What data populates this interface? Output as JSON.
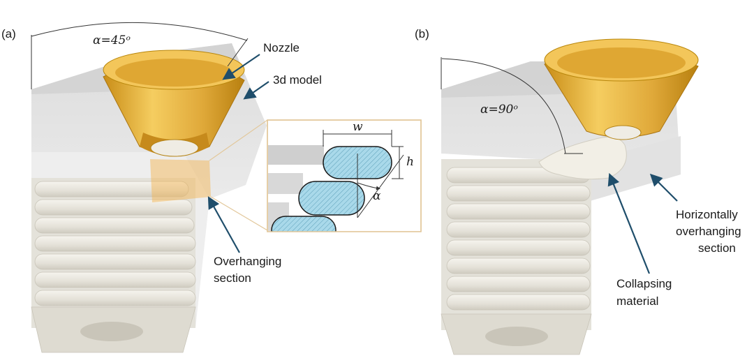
{
  "panel_a": {
    "label": "(a)",
    "angle_label": "α=45ᵒ",
    "nozzle_label": "Nozzle",
    "model_label": "3d model",
    "overhang_label_line1": "Overhanging",
    "overhang_label_line2": "section",
    "inset": {
      "w_label": "w",
      "h_label": "h",
      "alpha_label": "α"
    }
  },
  "panel_b": {
    "label": "(b)",
    "angle_label": "α=90ᵒ",
    "collapse_label_line1": "Collapsing",
    "collapse_label_line2": "material",
    "horiz_label_line1": "Horizontally",
    "horiz_label_line2": "overhanging",
    "horiz_label_line3": "section"
  },
  "colors": {
    "nozzle_gold": "#e8b43a",
    "model_grey": "#e6e6e6",
    "print_white": "#efece4",
    "inset_fill": "#a9d9ea",
    "inset_frame": "#e2c79a",
    "arrow": "#1f4e6b"
  }
}
